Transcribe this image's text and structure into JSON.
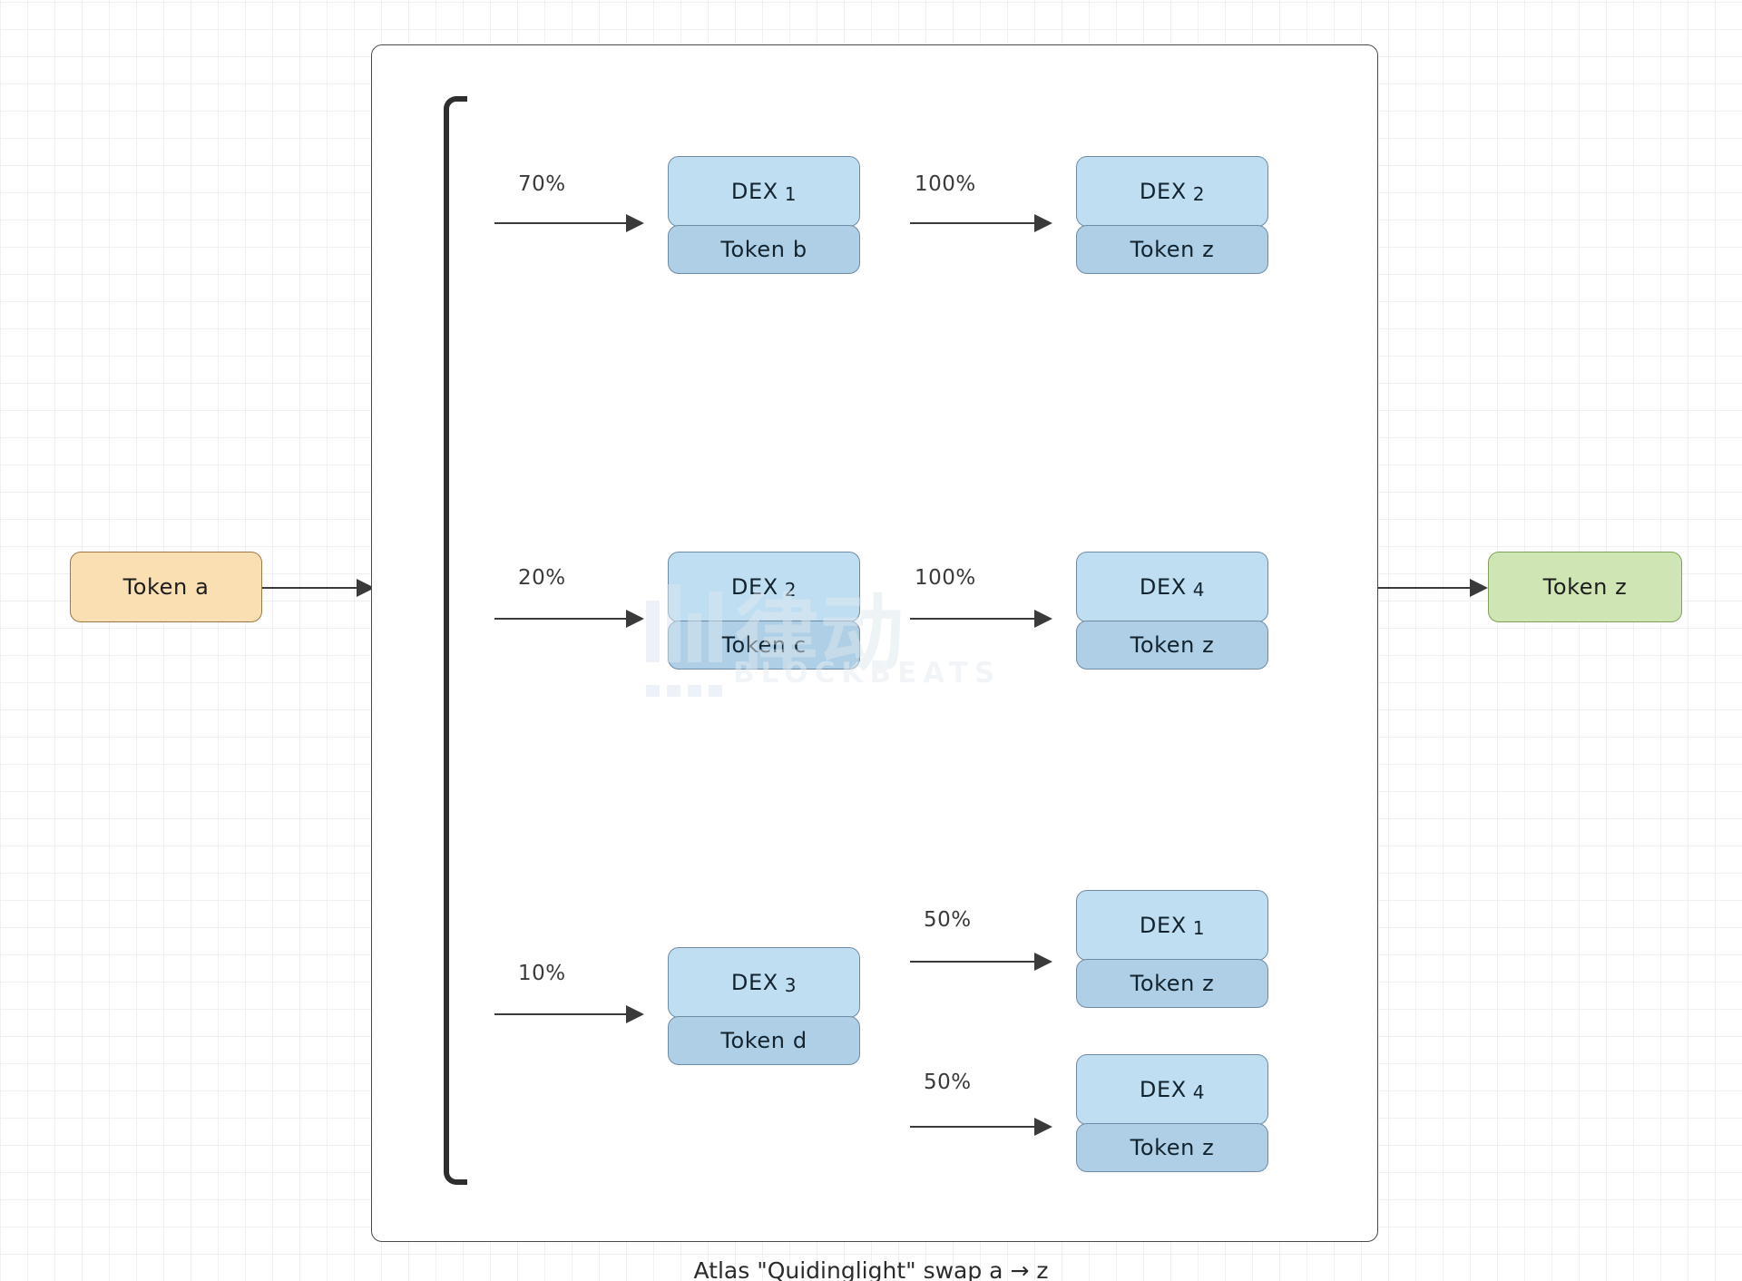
{
  "caption": "Atlas \"Quidinglight\" swap a → z",
  "colors": {
    "source_fill": "#fadfb2",
    "source_border": "#9b7845",
    "dest_fill": "#cfe6b4",
    "dest_border": "#7fa05a",
    "dex_top_fill": "#bfdef2",
    "dex_bottom_fill": "#aecfe6",
    "dex_border": "#6f8ba3",
    "arrow": "#3a3a3a",
    "container_border": "#4a4a4a",
    "bracket": "#2e2e2e"
  },
  "source": {
    "label": "Token a"
  },
  "destination": {
    "label": "Token z"
  },
  "chart_data": {
    "type": "diagram",
    "title": "Atlas \"Quidinglight\" swap a → z",
    "input_token": "Token a",
    "output_token": "Token z",
    "routes": [
      {
        "split_pct": "70%",
        "hop1": {
          "dex": "DEX",
          "dex_num": "1",
          "token": "Token b"
        },
        "legs": [
          {
            "pct": "100%",
            "dex": "DEX",
            "dex_num": "2",
            "token": "Token z"
          }
        ]
      },
      {
        "split_pct": "20%",
        "hop1": {
          "dex": "DEX",
          "dex_num": "2",
          "token": "Token c"
        },
        "legs": [
          {
            "pct": "100%",
            "dex": "DEX",
            "dex_num": "4",
            "token": "Token z"
          }
        ]
      },
      {
        "split_pct": "10%",
        "hop1": {
          "dex": "DEX",
          "dex_num": "3",
          "token": "Token d"
        },
        "legs": [
          {
            "pct": "50%",
            "dex": "DEX",
            "dex_num": "1",
            "token": "Token z"
          },
          {
            "pct": "50%",
            "dex": "DEX",
            "dex_num": "4",
            "token": "Token z"
          }
        ]
      }
    ]
  },
  "watermark": {
    "cjk": "律动",
    "latin": "BLOCKBEATS"
  }
}
